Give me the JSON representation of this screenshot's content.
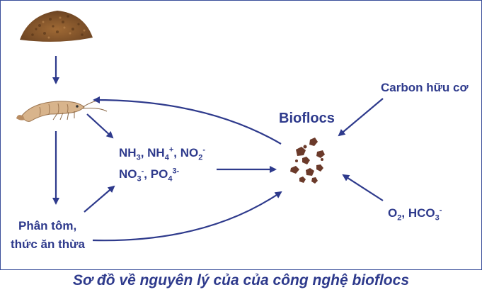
{
  "nodes": {
    "carbon": "Carbon hữu cơ",
    "bioflocs": "Bioflocs",
    "waste_line1": "Phân tôm,",
    "waste_line2": "thức ăn thừa"
  },
  "nutrients": {
    "line1": [
      {
        "base": "NH",
        "sub": "3",
        "sup": "",
        "after": ", "
      },
      {
        "base": "NH",
        "sub": "4",
        "sup": "+",
        "after": ", "
      },
      {
        "base": "NO",
        "sub": "2",
        "sup": "-",
        "after": ""
      }
    ],
    "line2": [
      {
        "base": "NO",
        "sub": "3",
        "sup": "-",
        "after": ", "
      },
      {
        "base": "PO",
        "sub": "4",
        "sup": "3-",
        "after": ""
      }
    ]
  },
  "oxygen": [
    {
      "base": "O",
      "sub": "2",
      "sup": "",
      "after": ", "
    },
    {
      "base": "HCO",
      "sub": "3",
      "sup": "-",
      "after": ""
    }
  ],
  "caption": "Sơ đồ về nguyên lý của của công nghệ bioflocs",
  "colors": {
    "text": "#2e3a8c",
    "arrow": "#2e3a8c",
    "feed": "#8a5a2b",
    "floc": "#6b3a2a",
    "shrimp": "#c9a27a"
  },
  "icons": [
    "feed-pellets-icon",
    "shrimp-icon",
    "floc-particles-icon"
  ]
}
